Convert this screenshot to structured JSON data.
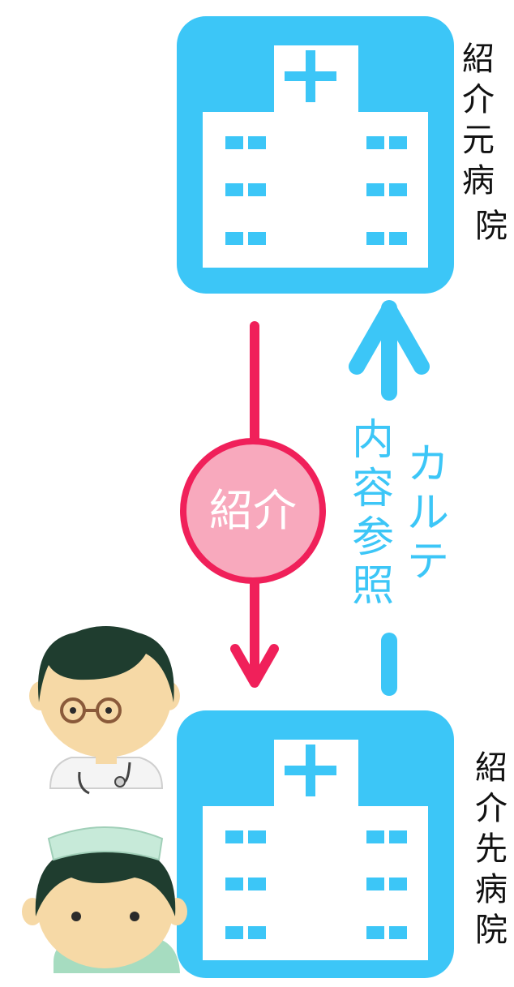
{
  "source_hospital": {
    "label": [
      "紹",
      "介",
      "元",
      "病",
      "院"
    ]
  },
  "destination_hospital": {
    "label": [
      "紹",
      "介",
      "先",
      "病",
      "院"
    ]
  },
  "referral": {
    "label": "紹介"
  },
  "chart_reference": {
    "line1": [
      "カ",
      "ル",
      "テ"
    ],
    "line2": [
      "内",
      "容",
      "参",
      "照"
    ]
  },
  "colors": {
    "hospital": "#3cc6f7",
    "referral_arrow": "#f0205a",
    "referral_circle": "#f8a9bd",
    "chart_arrow": "#3cc6f7"
  }
}
